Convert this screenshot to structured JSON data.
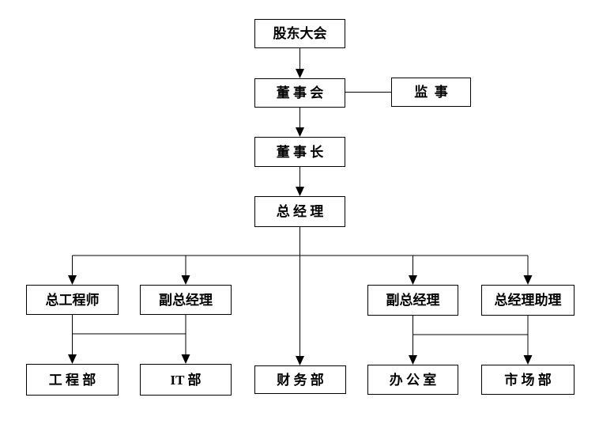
{
  "diagram": {
    "type": "org-chart",
    "nodes": {
      "shareholders": {
        "label": "股东大会"
      },
      "board": {
        "label": "董 事 会"
      },
      "supervisor": {
        "label": "监  事"
      },
      "chairman": {
        "label": "董 事 长"
      },
      "general_manager": {
        "label": "总 经 理"
      },
      "chief_engineer": {
        "label": "总工程师"
      },
      "deputy_gm_left": {
        "label": "副总经理"
      },
      "deputy_gm_right": {
        "label": "副总经理"
      },
      "gm_assistant": {
        "label": "总经理助理"
      },
      "engineering_dept": {
        "label": "工 程 部"
      },
      "it_dept": {
        "label": "IT 部"
      },
      "finance_dept": {
        "label": "财 务 部"
      },
      "office": {
        "label": "办 公 室"
      },
      "marketing_dept": {
        "label": "市 场 部"
      }
    },
    "edges": [
      {
        "from": "股东大会",
        "to": "董事会",
        "style": "arrow"
      },
      {
        "from": "董事会",
        "to": "监事",
        "style": "plain-line"
      },
      {
        "from": "董事会",
        "to": "董事长",
        "style": "arrow"
      },
      {
        "from": "董事长",
        "to": "总经理",
        "style": "arrow"
      },
      {
        "from": "总经理",
        "to": "总工程师",
        "style": "arrow"
      },
      {
        "from": "总经理",
        "to": "副总经理(左)",
        "style": "arrow"
      },
      {
        "from": "总经理",
        "to": "财务部",
        "style": "arrow"
      },
      {
        "from": "总经理",
        "to": "副总经理(右)",
        "style": "arrow"
      },
      {
        "from": "总经理",
        "to": "总经理助理",
        "style": "arrow"
      },
      {
        "from": "总工程师",
        "to": "工程部",
        "style": "arrow"
      },
      {
        "from": "副总经理(左)",
        "to": "IT 部",
        "style": "arrow"
      },
      {
        "from": "副总经理(右)",
        "to": "办公室",
        "style": "arrow"
      },
      {
        "from": "总经理助理",
        "to": "市场部",
        "style": "arrow"
      }
    ],
    "cross_links": [
      [
        "总工程师-分支",
        "副总经理(左)-分支"
      ],
      [
        "副总经理(右)-分支",
        "总经理助理-分支"
      ]
    ]
  },
  "colors": {
    "background": "#ffffff",
    "line": "#000000",
    "box_border": "#000000",
    "text": "#000000"
  }
}
